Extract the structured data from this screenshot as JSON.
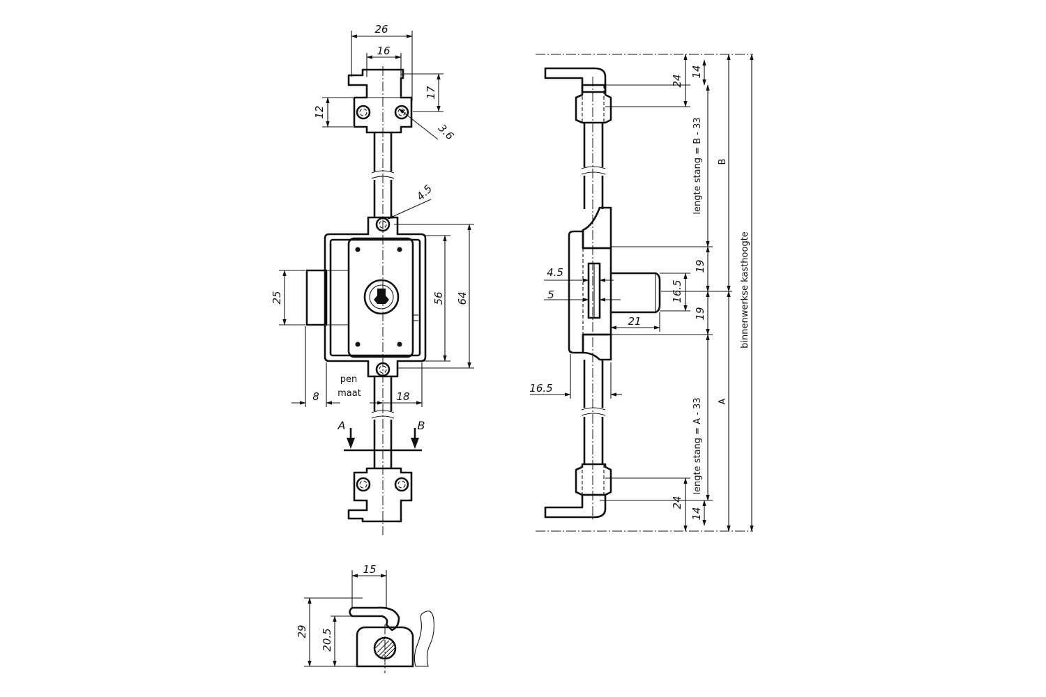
{
  "front_view": {
    "dims": {
      "top_width": "26",
      "top_inner": "16",
      "top_height": "17",
      "top_hole_spacing": "12",
      "hole_dia_top": "3.6",
      "hole_dia_mid": "4.5",
      "case_25": "25",
      "case_56": "56",
      "case_64": "64",
      "left_8": "8",
      "right_18": "18"
    },
    "pen_label": "pen",
    "maat_label": "maat",
    "section_a": "A",
    "section_b": "B"
  },
  "side_view": {
    "dims": {
      "top_24": "24",
      "top_14": "14",
      "d_19_upper": "19",
      "d_19_lower": "19",
      "d_45": "4.5",
      "d_5": "5",
      "d_165_bolt": "16.5",
      "d_21": "21",
      "d_165_base": "16.5",
      "bottom_24": "24",
      "bottom_14": "14"
    },
    "rod_upper_label": "lengte stang  =  B - 33",
    "rod_lower_label": "lengte stang  =  A - 33",
    "b_label": "B",
    "a_label": "A",
    "height_label": "binnenwerkse kasthoogte"
  },
  "hook_view": {
    "dims": {
      "width_15": "15",
      "height_29": "29",
      "height_205": "20.5"
    }
  }
}
